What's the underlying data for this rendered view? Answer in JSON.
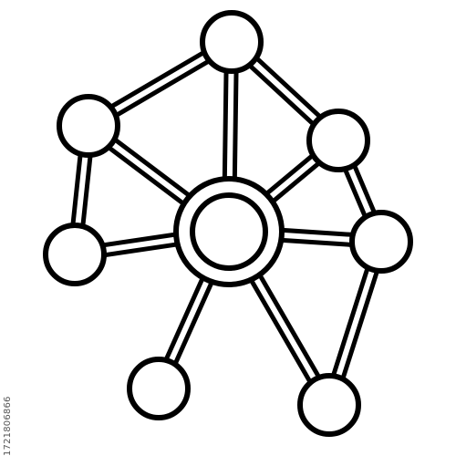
{
  "icon": {
    "name": "network-hub-icon",
    "stroke_color": "#000000",
    "fill_color": "#ffffff",
    "nodes": [
      {
        "id": "hub",
        "kind": "hub"
      },
      {
        "id": "top"
      },
      {
        "id": "upper-left"
      },
      {
        "id": "upper-right"
      },
      {
        "id": "left"
      },
      {
        "id": "right"
      },
      {
        "id": "bottom-left"
      },
      {
        "id": "bottom-right"
      }
    ],
    "edges": [
      [
        "hub",
        "top"
      ],
      [
        "hub",
        "upper-left"
      ],
      [
        "hub",
        "upper-right"
      ],
      [
        "hub",
        "left"
      ],
      [
        "hub",
        "right"
      ],
      [
        "hub",
        "bottom-left"
      ],
      [
        "hub",
        "bottom-right"
      ],
      [
        "top",
        "upper-left"
      ],
      [
        "top",
        "upper-right"
      ],
      [
        "upper-left",
        "left"
      ],
      [
        "upper-right",
        "right"
      ],
      [
        "right",
        "bottom-right"
      ]
    ]
  },
  "watermark": {
    "id_text": "1721806866"
  }
}
